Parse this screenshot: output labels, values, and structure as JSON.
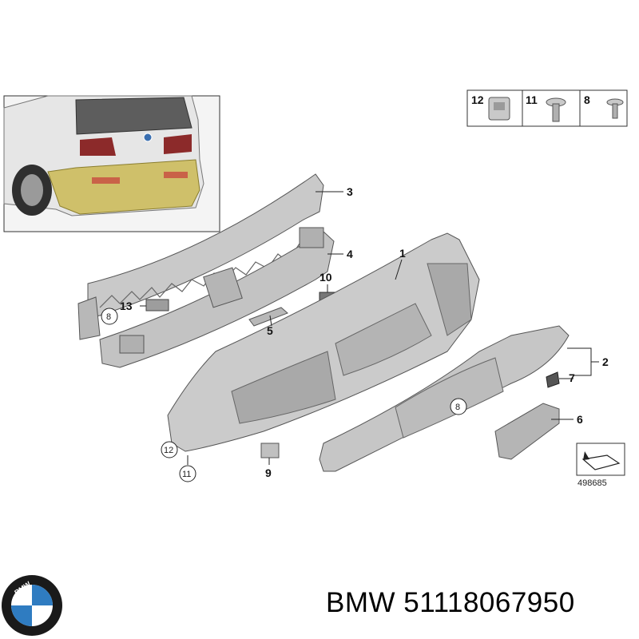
{
  "callouts": {
    "c1": "1",
    "c2": "2",
    "c3": "3",
    "c4": "4",
    "c5": "5",
    "c6": "6",
    "c7": "7",
    "c8a": "8",
    "c8b": "8",
    "c9": "9",
    "c10": "10",
    "c11": "11",
    "c12": "12",
    "c13": "13"
  },
  "legend": {
    "l12": "12",
    "l11": "11",
    "l8": "8"
  },
  "diagram_number": "498685",
  "brand": {
    "name": "BMW",
    "part_number": "51118067950",
    "logo_letters": "BMW"
  },
  "colors": {
    "part_fill": "#c9c9c9",
    "part_stroke": "#555555",
    "bumper_yellow": "#cfc06a",
    "logo_blue": "#2f7cc1"
  }
}
